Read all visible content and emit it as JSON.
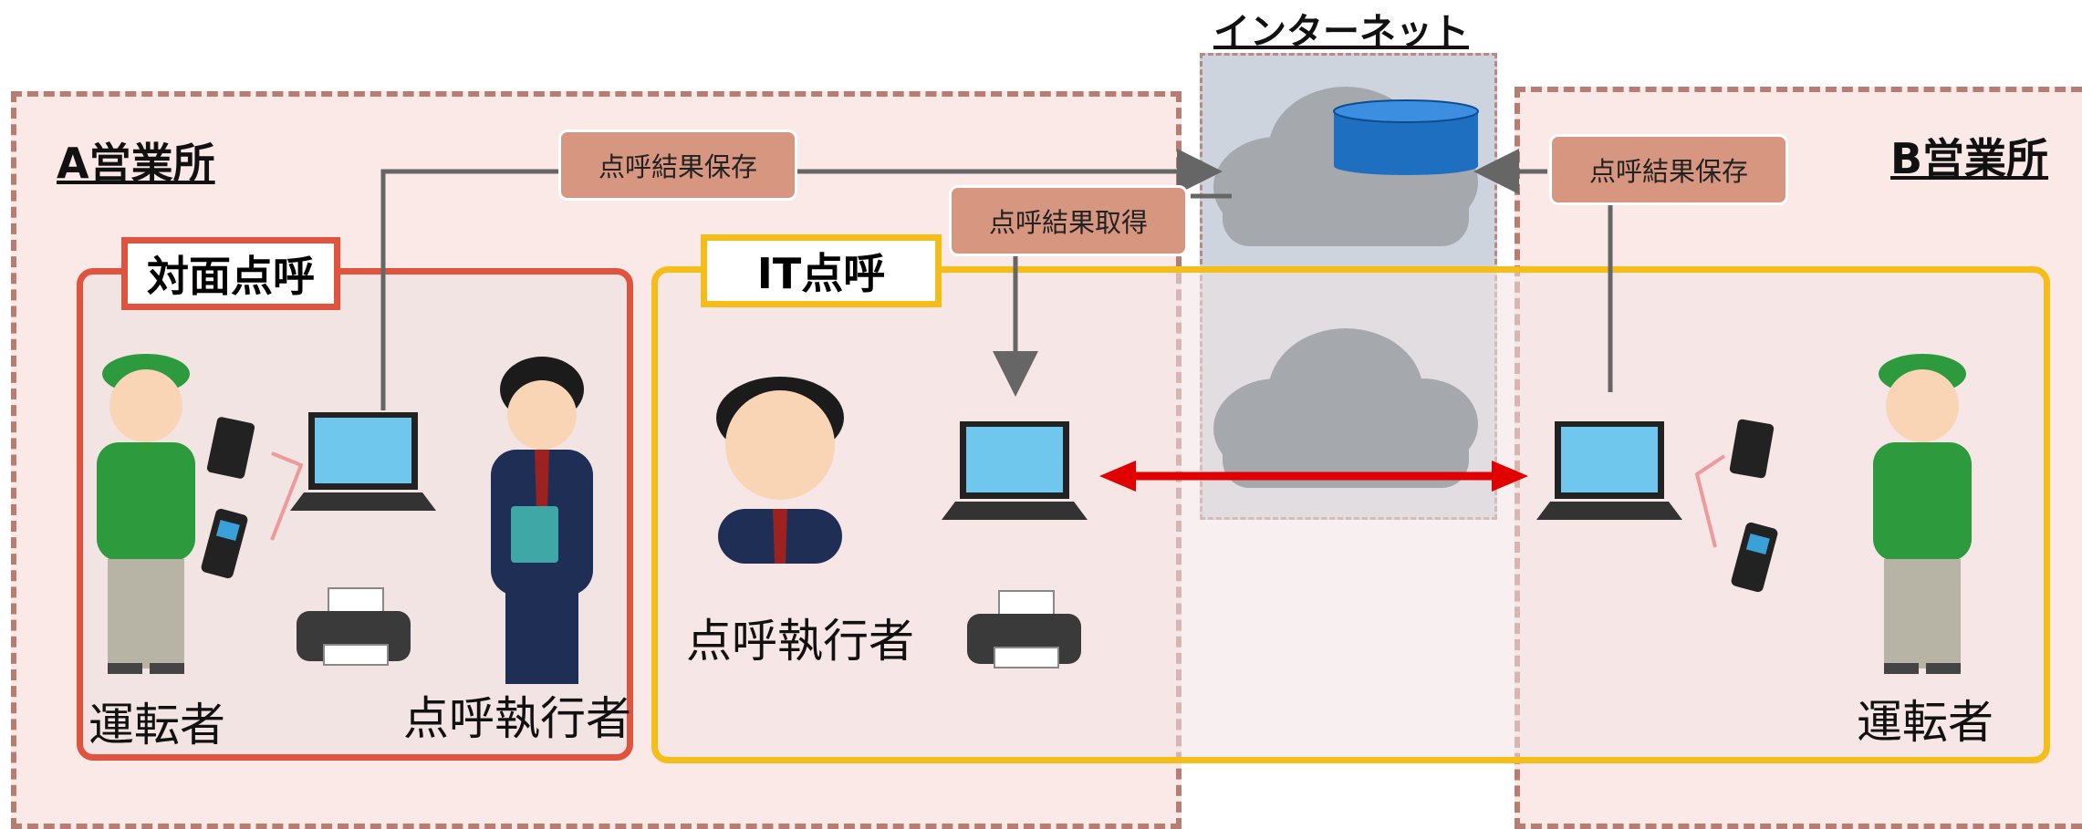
{
  "internet": {
    "title": "インターネット"
  },
  "office_a": {
    "title": "A営業所",
    "face_to_face": {
      "title": "対面点呼",
      "driver_label": "運転者",
      "executor_label": "点呼執行者"
    }
  },
  "it_rollcall": {
    "title": "IT点呼",
    "executor_label": "点呼執行者"
  },
  "office_b": {
    "title": "B営業所",
    "driver_label": "運転者"
  },
  "flows": {
    "save_a": "点呼結果保存",
    "get": "点呼結果取得",
    "save_b": "点呼結果保存"
  },
  "colors": {
    "face_to_face_frame": "#e0533f",
    "it_frame": "#f4bd18",
    "link_arrow": "#e00000",
    "database": "#1f6fc0"
  }
}
